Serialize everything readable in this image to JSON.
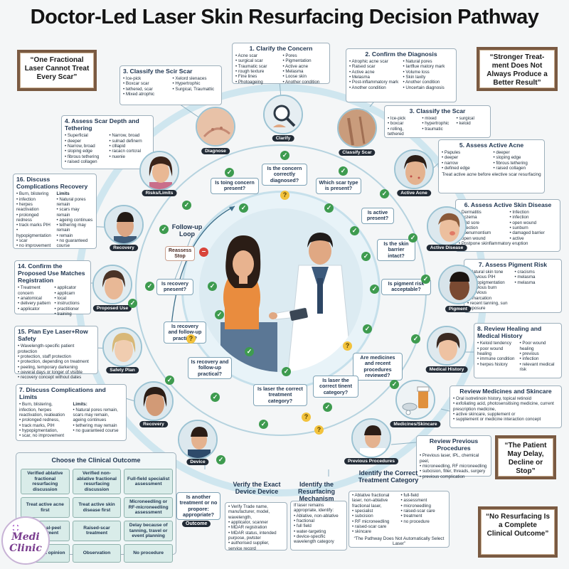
{
  "title": "Doctor-Led Laser Skin Resurfacing Decision Pathway",
  "quotes": {
    "left": "“One Fractional Laser Cannot Treat Every Scar”",
    "right": "“Stronger Treat-ment Does Not Always Produce a Better Result”",
    "delay": "“The Patient May Delay, Decline or Stop”",
    "no_resurfacing": "“No Resurfacing Is a Complete Clinical Outcome”"
  },
  "steps": {
    "s1": {
      "title": "1. Clarify the Concern",
      "col1": [
        "Acne scar",
        "surgical scar",
        "Traumatic scar",
        "rough texture",
        "Fine lines",
        "Photoageing"
      ],
      "col2": [
        "Pores",
        "Pigmentation",
        "Active acne",
        "Melasma",
        "Loose skin",
        "Another condition"
      ]
    },
    "s2": {
      "title": "2. Confirm the Diagnosis",
      "col1": [
        "Atrophic acne scar",
        "Raised scar",
        "Active acne",
        "Melasma",
        "Post-inflammatory mark",
        "Another condition"
      ],
      "col2": [
        "Natural pores",
        "Iartflue matory mark",
        "Volume loss",
        "Skin laxity",
        "Another condition",
        "Uncertain diagnosis"
      ]
    },
    "s3a": {
      "title": "3. Classify the Scir Scar",
      "col1": [
        "Ice-pick",
        "Boxcar scar",
        "tethered, scar",
        "Mixed atrophic"
      ],
      "col2": [
        "Xelord slenaces",
        "Hypertrophic",
        "Surgical, Traumattic"
      ]
    },
    "s3b": {
      "title": "3. Classify the Scar",
      "col1": [
        "Ice-pick",
        "boxcar",
        "rolling, tethered"
      ],
      "col2": [
        "mixed",
        "hypertrophic",
        "traumatic"
      ],
      "col3": [
        "surgical",
        "keloid"
      ]
    },
    "s4": {
      "title": "4. Assess Scar Depth and Tethering",
      "col1": [
        "Superficial",
        "deeper",
        "Narrow, broad",
        "sloping edge",
        "fibrous tethering",
        "raised collagen"
      ],
      "col2": [
        "Narrow, broad",
        "sulnad definern",
        "clllapid",
        "racacn cortcral",
        "nuenie"
      ]
    },
    "s5": {
      "title": "5. Assess Active Acne",
      "col1": [
        "Papules",
        "deeper",
        "narrow",
        "defined edge"
      ],
      "col2": [
        "deeper",
        "sloping edge",
        "fibrous tethering",
        "raised collagen"
      ],
      "note": "Treat active acne before elective scar resurfacing"
    },
    "s6": {
      "title": "6. Assess Active Skin Disease",
      "col1": [
        "Dermatitis",
        "eczema",
        "cold sore",
        "infection",
        "openurnontium",
        "open wound",
        "Postpone skinflammatory eruption"
      ],
      "col2": [
        "Infection",
        "infection",
        "open wound",
        "sunburn",
        "damaged barrier",
        "active"
      ]
    },
    "s7r": {
      "title": "7. Assess Pigment Risk",
      "col1": [
        "Natural skin tone",
        "previous PIH",
        "hypopigmentation",
        "previous burn",
        "previous demarcation",
        "recent tanning, sun exposure"
      ],
      "col2": [
        "cracisms",
        "melasma",
        "melasma"
      ]
    },
    "s8": {
      "title": "8. Review Healing and Medical History",
      "col1": [
        "Keloid tendency",
        "poor wound healing",
        "immune condition",
        "herpes history"
      ],
      "col2": [
        "Poor wound healing",
        "previous",
        "infection",
        "relevant medical risk"
      ]
    },
    "meds": {
      "title": "Review Medicines and Skincare",
      "items": [
        "Oral isotretinoin history, topical retinoid",
        "exfoliating acid, photosensitising medicine, current prescription medicine,",
        "active skincare, supplement or",
        "supplement or medicine interaction concept"
      ]
    },
    "prev": {
      "title": "Review Previous Procedures",
      "items": [
        "Previous laser, IPL, chemical peel,",
        "microneedling, RF microneedling",
        "subcision, filler, threads, surgery",
        "previous complication"
      ]
    },
    "category": {
      "title": "Identify the Correct Treatment Category",
      "col1": [
        "Ablative fractional laser, non-ablative fractional laser,",
        "specialist",
        "subcision",
        "RF microneedling",
        "raised-scar care",
        "skincare"
      ],
      "col2": [
        "full-field",
        "assessment",
        "microneedling",
        "raised-scar care",
        "treatment",
        "no procedure"
      ],
      "note": "“The Pathway Does Not Automatically Select Laser”"
    },
    "mechanism": {
      "title": "Identify the Resurfacing Mechanism",
      "intro": "If laser remains appropriate, identify:",
      "items": [
        "Ablative, non-ablative",
        "fractional",
        "full field",
        "water-targeting",
        "device-specific wavelength category"
      ]
    },
    "device": {
      "title": "Verify the Exact Device Device",
      "items": [
        "Verify Trade name, manufacturer, model, wavelength,",
        "applicator, scanner",
        "MDAR registration",
        "MDAR status, intended purpose, pwtster",
        "authorised supplier, service record"
      ]
    },
    "s7l": {
      "title": "7. Discuss Complications and Limits",
      "col1": [
        "Burn, blistering, infection, herpes reactivation, reatieation",
        "prolonged redness,",
        "track marks, PIH",
        "hypopigmentation,",
        "scar, no improvement"
      ],
      "col2_head": "Limits:",
      "col2": [
        "Natural pores remain, scars may remain, ageing continues",
        "tethering may remain",
        "no guaranteed course"
      ]
    },
    "s15": {
      "title": "15. Plan Eye Laser+Row Safety",
      "items": [
        "Wavelength-specific patient protection",
        "protection, staff protection",
        "protection, depending on treatment",
        "peeling, temporary darkening",
        "oeveral days or longer of visible",
        "recovery concept without dates"
      ]
    },
    "s14": {
      "title": "14. Confirm the Proposed Use Matches Registration",
      "col1": [
        "Treatment concern",
        "anatomical",
        "delivery pattern",
        "applicator"
      ],
      "col2": [
        "applicator",
        "applicarn",
        "local",
        "instructions",
        "practitioner",
        "training"
      ]
    },
    "s16": {
      "title": "16. Discuss Complications Recovery",
      "col1": [
        "Burn, blistering",
        "infection",
        "herpes reactivation",
        "prolonged redness",
        "track marks PIH",
        "hypopigmentation",
        "scar",
        "no improvement"
      ],
      "col2_head": "Limits",
      "col2": [
        "Natural pores remain",
        "scars may remain",
        "ageing continues",
        "tethering may remain",
        "remain",
        "no guaranteed course"
      ]
    }
  },
  "nodes": {
    "diagnose": "Diagnose",
    "clarify": "Clarify",
    "classify": "Classify Scar",
    "active_acne": "Active Acne",
    "active_disease": "Active Disease",
    "pigment": "Pigment",
    "medical": "Medical History",
    "meds": "Medicines/Skincare",
    "previous": "Previous Procedures",
    "device": "Device",
    "recovery_low": "Recovery",
    "safety": "Safety Plan",
    "proposed": "Proposed Use",
    "recovery_high": "Recovery",
    "risks": "Risks/Limits"
  },
  "questions": {
    "q_tosing": "Is toing concern present?",
    "q_correct": "Is the concern correctly diagnosed?",
    "q_scartype": "Which scar type is present?",
    "q_active": "Is active present?",
    "q_barrier": "Is the skin barrier intact?",
    "q_pigment": "Is pigment risk acceptable?",
    "q_meds": "Are medicines and recent procedures reviewed?",
    "q_category_r": "Is laser the correct tinent category?",
    "q_category_c": "Is laser the correct treatment category?",
    "q_recov_fu": "Is recovery and follow-up practical?",
    "q_recov_fu2": "Is recovery and follow-up practical?",
    "q_recov": "Is recovery pnesent?",
    "q_another": "Is another treatment or no propore: appropriate?"
  },
  "loop": {
    "label": "Follow-up Loop",
    "reassess": "Reassess Stop"
  },
  "outcome": {
    "title": "Choose the Clinical Outcome",
    "cells": [
      "Verified ablative fractional resurfacing discussion",
      "Verified non-ablative fractional resurfacing discussion",
      "Full-field specialist assessment",
      "Treat active acne first",
      "Treat active skin disease first",
      "Microneedling or RF-microneedling assessment",
      "Chemical-peel assessment",
      "Raised-scar treatment",
      "Delay because of tanning, travel or event planning",
      "Specialist opinion",
      "Observation",
      "No procedure"
    ],
    "tag": "Outcome"
  },
  "logo": {
    "line1": "Medi",
    "line2": "Clinic"
  }
}
